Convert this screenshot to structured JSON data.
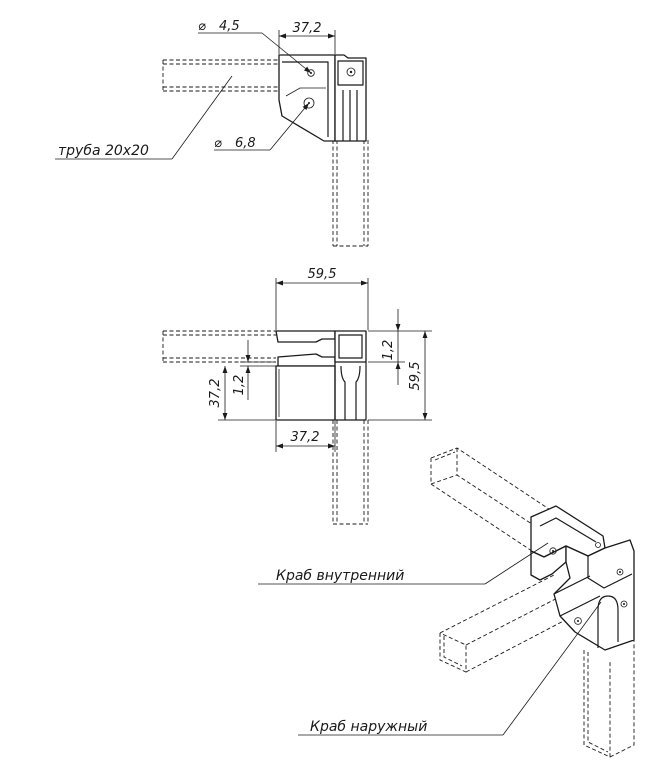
{
  "labels": {
    "tube": "труба 20x20",
    "inner_crab": "Краб внутренний",
    "outer_crab": "Краб наружный"
  },
  "dimensions": {
    "top_hole_small": "4,5",
    "top_hole_large": "6,8",
    "top_width": "37,2",
    "mid_width": "59,5",
    "mid_height": "59,5",
    "mid_gap_right": "1,2",
    "mid_gap_left": "1,2",
    "mid_left_height": "37,2",
    "mid_bottom_width": "37,2"
  },
  "symbols": {
    "diameter": "⌀"
  },
  "colors": {
    "ink": "#1a1a1a",
    "background": "#ffffff"
  }
}
